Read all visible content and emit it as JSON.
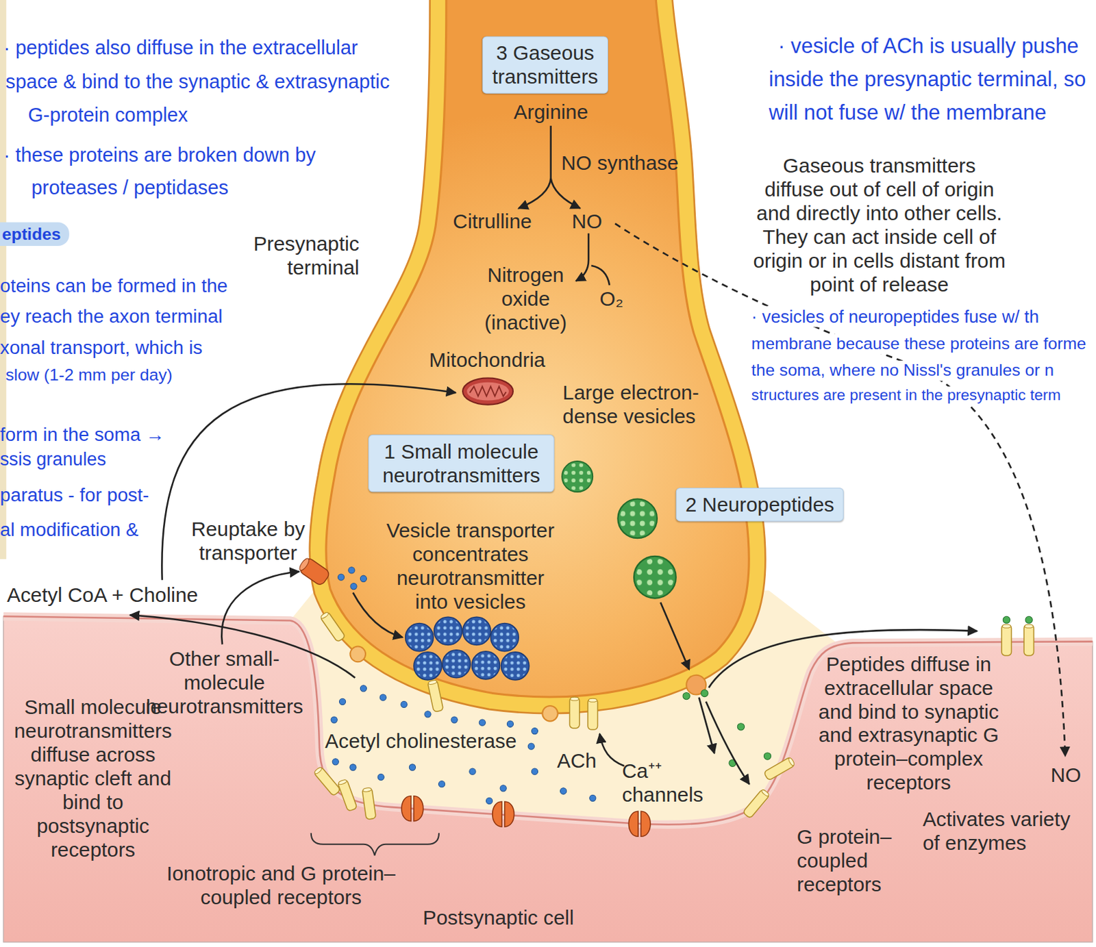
{
  "diagram": {
    "nodes": [
      {
        "text": [
          "3 Gaseous transmitters"
        ]
      },
      {
        "text": [
          "1 Small molecule neurotransmitters"
        ]
      },
      {
        "text": [
          "2 Neuropeptides"
        ]
      }
    ],
    "labels": [
      "· peptides also diffuse in the extracellular",
      "space & bind to the synaptic & extrasynaptic",
      "G-protein complex",
      "· these proteins are broken down by",
      "proteases / peptidases",
      "eptides",
      "oteins can be formed in the",
      "ey reach the axon terminal",
      "xonal transport, which is",
      "slow (1-2 mm per day)",
      "form in the soma →",
      "ssis granules",
      "paratus - for post-",
      "al modification &",
      "· vesicle of ACh is usually pushe",
      "inside the presynaptic terminal, so",
      "will not fuse w/ the membrane",
      "Arginine",
      "NO synthase",
      "Citrulline",
      "NO",
      "Nitrogen oxide (inactive)",
      "O₂",
      "Presynaptic terminal",
      "Gaseous transmitters diffuse out of cell of origin and directly into other cells. They can act inside cell of origin or in cells distant from point of release",
      "· vesicles of neuropeptides fuse w/ th",
      "membrane because these proteins are forme",
      "the soma, where no Nissl's granules or n",
      "structures are present in the presynaptic term",
      "Mitochondria",
      "Large electron-dense vesicles",
      "Reuptake by transporter",
      "Vesicle transporter concentrates neurotransmitter into vesicles",
      "Acetyl CoA + Choline",
      "Other small-molecule neurotransmitters",
      "Small molecule neurotransmitters diffuse across synaptic cleft and bind to postsynaptic receptors",
      "Acetyl cholinesterase",
      "ACh",
      "Ca⁺⁺ channels",
      "Peptides diffuse in extracellular space and bind to synaptic and extrasynaptic G protein–complex receptors",
      "NO",
      "Activates variety of enzymes",
      "G protein–coupled receptors",
      "Ionotropic and G protein–coupled receptors",
      "Postsynaptic cell"
    ]
  }
}
